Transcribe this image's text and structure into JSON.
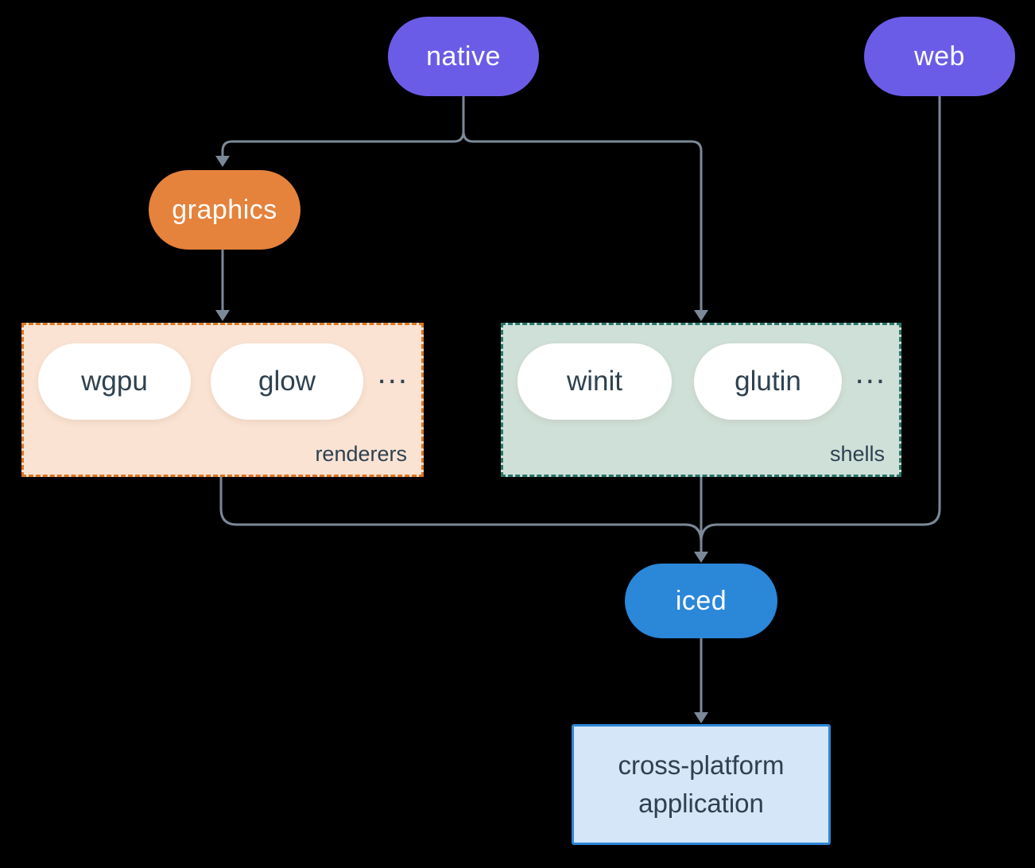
{
  "diagram": {
    "nodes": {
      "native": {
        "label": "native",
        "color": "#6b5ce7"
      },
      "web": {
        "label": "web",
        "color": "#6b5ce7"
      },
      "graphics": {
        "label": "graphics",
        "color": "#e5823b"
      },
      "iced": {
        "label": "iced",
        "color": "#2b87d8"
      },
      "application": {
        "line1": "cross-platform",
        "line2": "application",
        "background": "#d4e6f7",
        "border": "#2e86d8"
      }
    },
    "groups": {
      "renderers": {
        "label": "renderers",
        "items": [
          "wgpu",
          "glow"
        ],
        "ellipsis": "...",
        "background": "#fae3d3",
        "border": "#dd7623"
      },
      "shells": {
        "label": "shells",
        "items": [
          "winit",
          "glutin"
        ],
        "ellipsis": "...",
        "background": "#cfe0d8",
        "border": "#28766b"
      }
    },
    "style": {
      "canvas_background": "#000000",
      "connector_color": "#7b8897",
      "dark_text_color": "#2e4150",
      "pill_text_color": "#ffffff"
    }
  }
}
